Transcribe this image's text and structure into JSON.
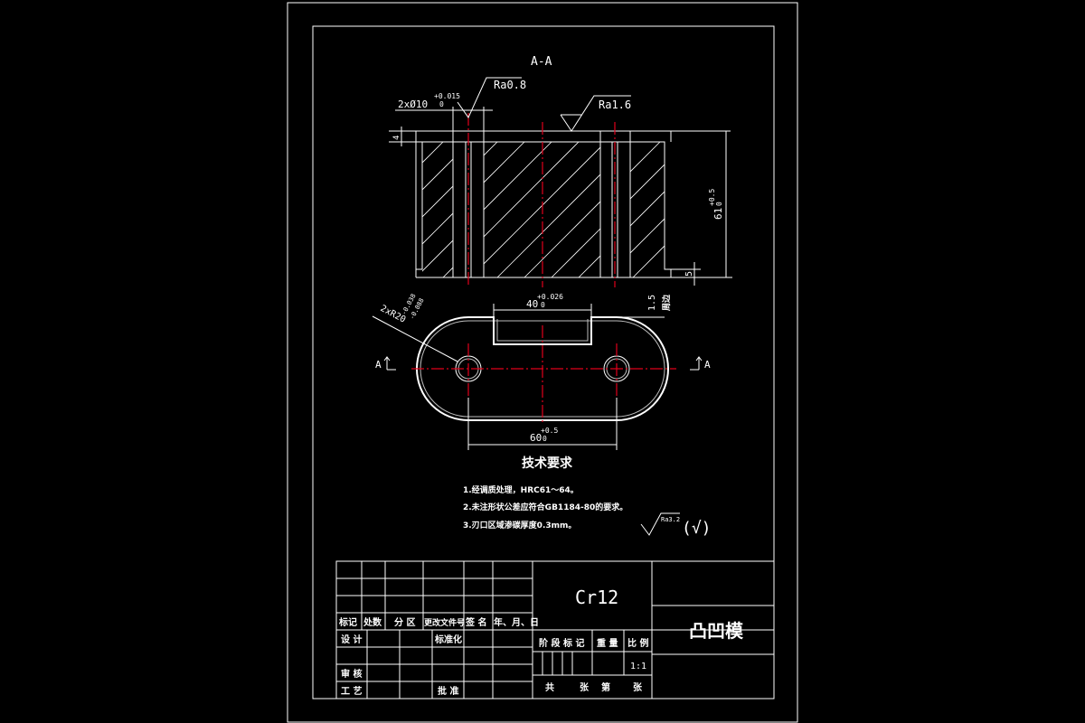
{
  "section": {
    "title": "A-A",
    "roughness_left": "Ra0.8",
    "roughness_right": "Ra1.6",
    "hole_dim": "2xØ10",
    "hole_tol": "+0.015",
    "hole_tol_low": "0",
    "top_step_dim": "4",
    "height_dim": "61",
    "height_tol": "+0.5",
    "height_tol_low": "0",
    "bottom_dim": "5"
  },
  "plan": {
    "chamfer_dim": "2xR20",
    "chamfer_tol": "-0.038",
    "chamfer_tol2": "-0.088",
    "slot_dim": "40",
    "slot_tol": "+0.026",
    "slot_tol_low": "0",
    "depth_dim": "1.5",
    "depth_note": "周边",
    "center_dim": "60",
    "center_tol": "+0.5",
    "center_tol_low": "0",
    "section_mark_left": "A",
    "section_mark_right": "A"
  },
  "requirements": {
    "heading": "技术要求",
    "items": [
      "1.经调质处理，HRC61～64。",
      "2.未注形状公差应符合GB1184-80的要求。",
      "3.刃口区域渗碳厚度0.3mm。"
    ],
    "surface_label": "Ra3.2",
    "surface_paren": "(√)"
  },
  "titleblock": {
    "material": "Cr12",
    "part_name": "凸凹模",
    "rev_headers": [
      "标记",
      "处数",
      "分 区",
      "更改文件号",
      "签 名",
      "年、月、日"
    ],
    "design": "设 计",
    "standardize": "标准化",
    "check": "审 核",
    "process": "工 艺",
    "approve": "批 准",
    "stage_label": "阶 段 标 记",
    "weight_label": "重 量",
    "scale_label": "比 例",
    "scale": "1:1",
    "total_sheets": "共",
    "sheets_unit": "张",
    "sheet_no": "第",
    "sheet_unit2": "张"
  }
}
